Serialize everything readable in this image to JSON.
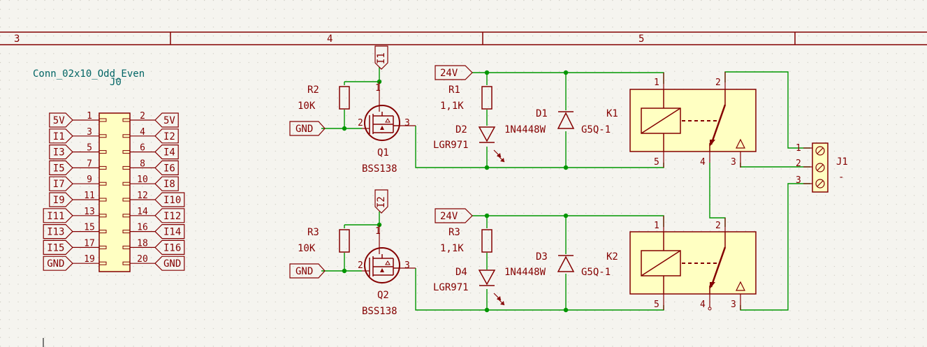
{
  "colors": {
    "background": "#f5f4ef",
    "wire": "#009600",
    "symbol": "#840000",
    "symbol_fill": "#ffffc2",
    "field_text": "#006464",
    "border": "#840000"
  },
  "sheet_border": {
    "columns": [
      "3",
      "4",
      "5"
    ]
  },
  "connector_j0": {
    "value": "Conn_02x10_Odd_Even",
    "ref": "J0",
    "left_pins": [
      {
        "num": "1",
        "label": "5V"
      },
      {
        "num": "3",
        "label": "I1"
      },
      {
        "num": "5",
        "label": "I3"
      },
      {
        "num": "7",
        "label": "I5"
      },
      {
        "num": "9",
        "label": "I7"
      },
      {
        "num": "11",
        "label": "I9"
      },
      {
        "num": "13",
        "label": "I11"
      },
      {
        "num": "15",
        "label": "I13"
      },
      {
        "num": "17",
        "label": "I15"
      },
      {
        "num": "19",
        "label": "GND"
      }
    ],
    "right_pins": [
      {
        "num": "2",
        "label": "5V"
      },
      {
        "num": "4",
        "label": "I2"
      },
      {
        "num": "6",
        "label": "I4"
      },
      {
        "num": "8",
        "label": "I6"
      },
      {
        "num": "10",
        "label": "I8"
      },
      {
        "num": "12",
        "label": "I10"
      },
      {
        "num": "14",
        "label": "I12"
      },
      {
        "num": "16",
        "label": "I14"
      },
      {
        "num": "18",
        "label": "I16"
      },
      {
        "num": "20",
        "label": "GND"
      }
    ]
  },
  "channel_1": {
    "input_label": "I1",
    "gnd_label": "GND",
    "supply_label": "24V",
    "gate_resistor": {
      "ref": "R2",
      "value": "10K"
    },
    "mosfet": {
      "ref": "Q1",
      "value": "BSS138",
      "pins": [
        "1",
        "2",
        "3"
      ]
    },
    "led_resistor": {
      "ref": "R1",
      "value": "1,1K"
    },
    "led": {
      "ref": "D2",
      "value": "LGR971"
    },
    "flyback_diode": {
      "ref": "D1",
      "value": "1N4448W"
    },
    "relay": {
      "ref": "K1",
      "value": "G5Q-1",
      "pins": [
        "1",
        "2",
        "3",
        "4",
        "5"
      ]
    }
  },
  "channel_2": {
    "input_label": "I2",
    "gnd_label": "GND",
    "supply_label": "24V",
    "gate_resistor": {
      "ref": "R3",
      "value": "10K"
    },
    "mosfet": {
      "ref": "Q2",
      "value": "BSS138",
      "pins": [
        "1",
        "2",
        "3"
      ]
    },
    "led_resistor": {
      "ref": "R3",
      "value": "1,1K"
    },
    "led": {
      "ref": "D4",
      "value": "LGR971"
    },
    "flyback_diode": {
      "ref": "D3",
      "value": "1N4448W"
    },
    "relay": {
      "ref": "K2",
      "value": "G5Q-1",
      "pins": [
        "1",
        "2",
        "3",
        "4",
        "5"
      ]
    }
  },
  "terminal_j1": {
    "ref": "J1",
    "value": "-",
    "pins": [
      "1",
      "2",
      "3"
    ]
  }
}
